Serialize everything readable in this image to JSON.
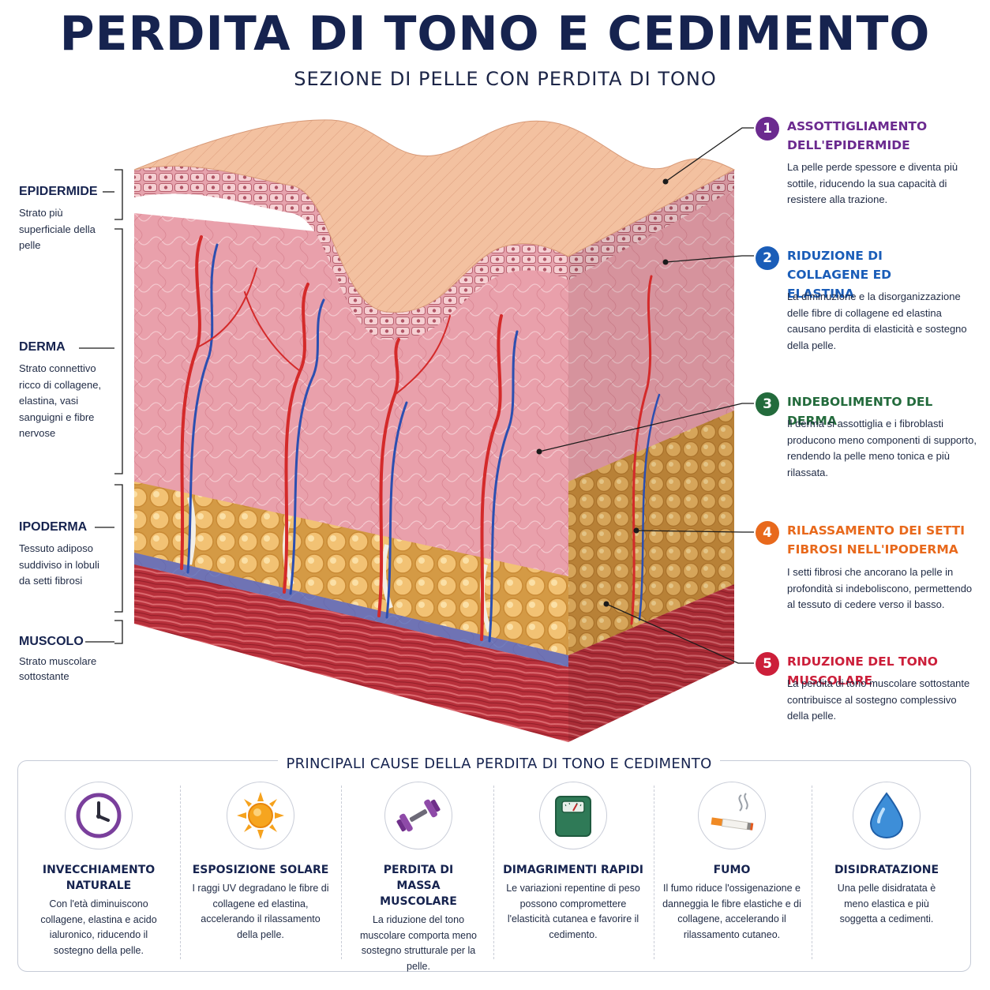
{
  "title": "PERDITA DI TONO E CEDIMENTO",
  "subtitle": "SEZIONE DI PELLE CON PERDITA DI TONO",
  "layers": [
    {
      "name": "EPIDERMIDE",
      "desc": "Strato più superficiale della pelle"
    },
    {
      "name": "DERMA",
      "desc": "Strato connettivo ricco di collagene, elastina, vasi sanguigni e fibre nervose"
    },
    {
      "name": "IPODERMA",
      "desc": "Tessuto adiposo suddiviso in lobuli da setti fibrosi"
    },
    {
      "name": "MUSCOLO",
      "desc": "Strato muscolare sottostante"
    }
  ],
  "callouts": [
    {
      "number": "1",
      "title": "ASSOTTIGLIAMENTO DELL'EPIDERMIDE",
      "text": "La pelle perde spessore e diventa più sottile, riducendo la sua capacità di resistere alla trazione.",
      "color": "#6b2a8f"
    },
    {
      "number": "2",
      "title": "RIDUZIONE DI COLLAGENE ED ELASTINA",
      "text": "La diminuzione e la disorganizzazione delle fibre di collagene ed elastina causano perdita di elasticità e sostegno della pelle.",
      "color": "#1a5db8"
    },
    {
      "number": "3",
      "title": "INDEBOLIMENTO DEL DERMA",
      "text": "Il derma si assottiglia e i fibroblasti producono meno componenti di supporto, rendendo la pelle meno tonica e più rilassata.",
      "color": "#236b3c"
    },
    {
      "number": "4",
      "title": "RILASSAMENTO DEI SETTI FIBROSI NELL'IPODERMA",
      "text": "I setti fibrosi che ancorano la pelle in profondità si indeboliscono, permettendo al tessuto di cedere verso il basso.",
      "color": "#e8691c"
    },
    {
      "number": "5",
      "title": "RIDUZIONE DEL TONO MUSCOLARE",
      "text": "La perdita di tono muscolare sottostante contribuisce al sostegno complessivo della pelle.",
      "color": "#cc1f3a"
    }
  ],
  "causes_title": "PRINCIPALI CAUSE DELLA PERDITA DI TONO E CEDIMENTO",
  "causes": [
    {
      "icon": "clock-icon",
      "title": "INVECCHIAMENTO NATURALE",
      "text": "Con l'età diminuiscono collagene, elastina e acido ialuronico, riducendo il sostegno della pelle."
    },
    {
      "icon": "sun-icon",
      "title": "ESPOSIZIONE SOLARE",
      "text": "I raggi UV degradano le fibre di collagene ed elastina, accelerando il rilassamento della pelle."
    },
    {
      "icon": "dumbbell-icon",
      "title": "PERDITA DI MASSA MUSCOLARE",
      "text": "La riduzione del tono muscolare comporta meno sostegno strutturale per la pelle."
    },
    {
      "icon": "scale-icon",
      "title": "DIMAGRIMENTI RAPIDI",
      "text": "Le variazioni repentine di peso possono compromettere l'elasticità cutanea e favorire il cedimento."
    },
    {
      "icon": "cigarette-icon",
      "title": "FUMO",
      "text": "Il fumo riduce l'ossigenazione e danneggia le fibre elastiche e di collagene, accelerando il rilassamento cutaneo."
    },
    {
      "icon": "water-drop-icon",
      "title": "DISIDRATAZIONE",
      "text": "Una pelle disidratata è meno elastica e più soggetta a cedimenti."
    }
  ]
}
